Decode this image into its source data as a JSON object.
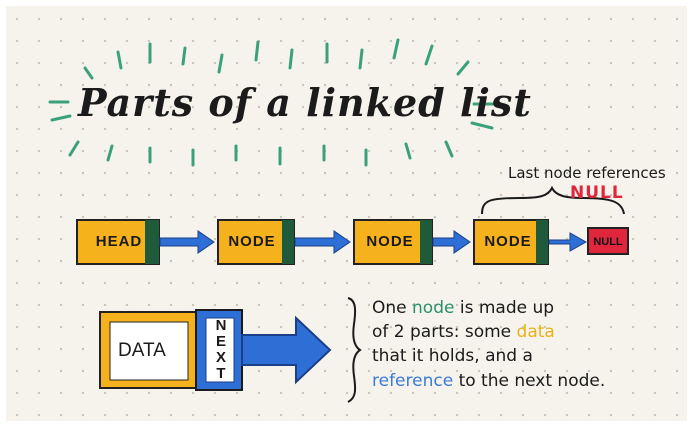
{
  "title": "Parts of a linked list",
  "chain": {
    "head_label": "HEAD",
    "node_labels": [
      "NODE",
      "NODE",
      "NODE"
    ],
    "null_label": "NULL"
  },
  "annotation": {
    "last_node_text": "Last node references",
    "null_text": "NULL"
  },
  "node_detail": {
    "data_label": "DATA",
    "next_label": "NEXT"
  },
  "description": {
    "line1_before": "One ",
    "line1_keyword": "node",
    "line1_after": " is made up",
    "line2_before": "of 2 parts: some ",
    "line2_keyword": "data",
    "line3": "that it holds, and a",
    "line4_keyword": "reference",
    "line4_after": " to the next node."
  },
  "colors": {
    "node_fill": "#f6b21d",
    "node_edge": "#1f5a3a",
    "arrow": "#2e6fd6",
    "null_fill": "#e0263c",
    "accent_green": "#2a8f6a",
    "accent_yellow": "#e8b21a",
    "accent_blue": "#3a7bd5"
  }
}
